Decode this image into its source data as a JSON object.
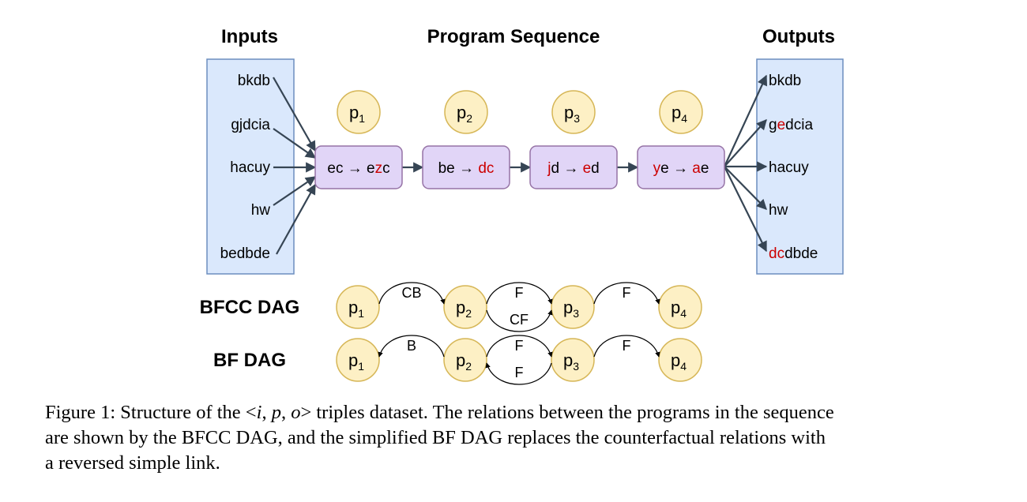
{
  "headers": {
    "inputs": "Inputs",
    "program_sequence": "Program Sequence",
    "outputs": "Outputs"
  },
  "inputs": [
    "bkdb",
    "gjdcia",
    "hacuy",
    "hw",
    "bedbde"
  ],
  "outputs": [
    {
      "segments": [
        {
          "t": "bkdb",
          "red": false
        }
      ]
    },
    {
      "segments": [
        {
          "t": "g",
          "red": false
        },
        {
          "t": "e",
          "red": true
        },
        {
          "t": "dcia",
          "red": false
        }
      ]
    },
    {
      "segments": [
        {
          "t": "hacuy",
          "red": false
        }
      ]
    },
    {
      "segments": [
        {
          "t": "hw",
          "red": false
        }
      ]
    },
    {
      "segments": [
        {
          "t": "dc",
          "red": true
        },
        {
          "t": "dbde",
          "red": false
        }
      ]
    }
  ],
  "programs": [
    {
      "label": "p",
      "sub": "1",
      "segments": [
        {
          "t": "ec → e",
          "red": false
        },
        {
          "t": "z",
          "red": true
        },
        {
          "t": "c",
          "red": false
        }
      ]
    },
    {
      "label": "p",
      "sub": "2",
      "segments": [
        {
          "t": "be → ",
          "red": false
        },
        {
          "t": "dc",
          "red": true
        }
      ]
    },
    {
      "label": "p",
      "sub": "3",
      "segments": [
        {
          "t": "j",
          "red": true
        },
        {
          "t": "d → ",
          "red": false
        },
        {
          "t": "e",
          "red": true
        },
        {
          "t": "d",
          "red": false
        }
      ]
    },
    {
      "label": "p",
      "sub": "4",
      "segments": [
        {
          "t": "y",
          "red": true
        },
        {
          "t": "e → ",
          "red": false
        },
        {
          "t": "a",
          "red": true
        },
        {
          "t": "e",
          "red": false
        }
      ]
    }
  ],
  "dags": [
    {
      "title": "BFCC DAG",
      "edges": [
        {
          "top": "CB",
          "bottom": ""
        },
        {
          "top": "F",
          "bottom": "CF"
        },
        {
          "top": "F",
          "bottom": ""
        }
      ]
    },
    {
      "title": "BF DAG",
      "edges": [
        {
          "top": "B",
          "bottom": ""
        },
        {
          "top": "F",
          "bottom": "F"
        },
        {
          "top": "F",
          "bottom": ""
        }
      ]
    }
  ],
  "caption": {
    "line1_pre": "Figure 1: Structure of the <",
    "vec_i": "i",
    "sep1": ", ",
    "vec_p": "p",
    "sep2": ", ",
    "vec_o": "o",
    "line1_post": "> triples dataset. The relations between the programs in the sequence",
    "line2": "are shown by the BFCC DAG, and the simplified BF DAG replaces the counterfactual relations with",
    "line3": "a reversed simple link."
  },
  "colors": {
    "input_box_fill": "#dae8fc",
    "input_box_stroke": "#6c8ebf",
    "program_fill": "#e1d5f7",
    "program_stroke": "#9673a6",
    "node_fill": "#fdf0c5",
    "node_stroke": "#d6b656",
    "arrow": "#364554",
    "red": "#cc0000"
  }
}
